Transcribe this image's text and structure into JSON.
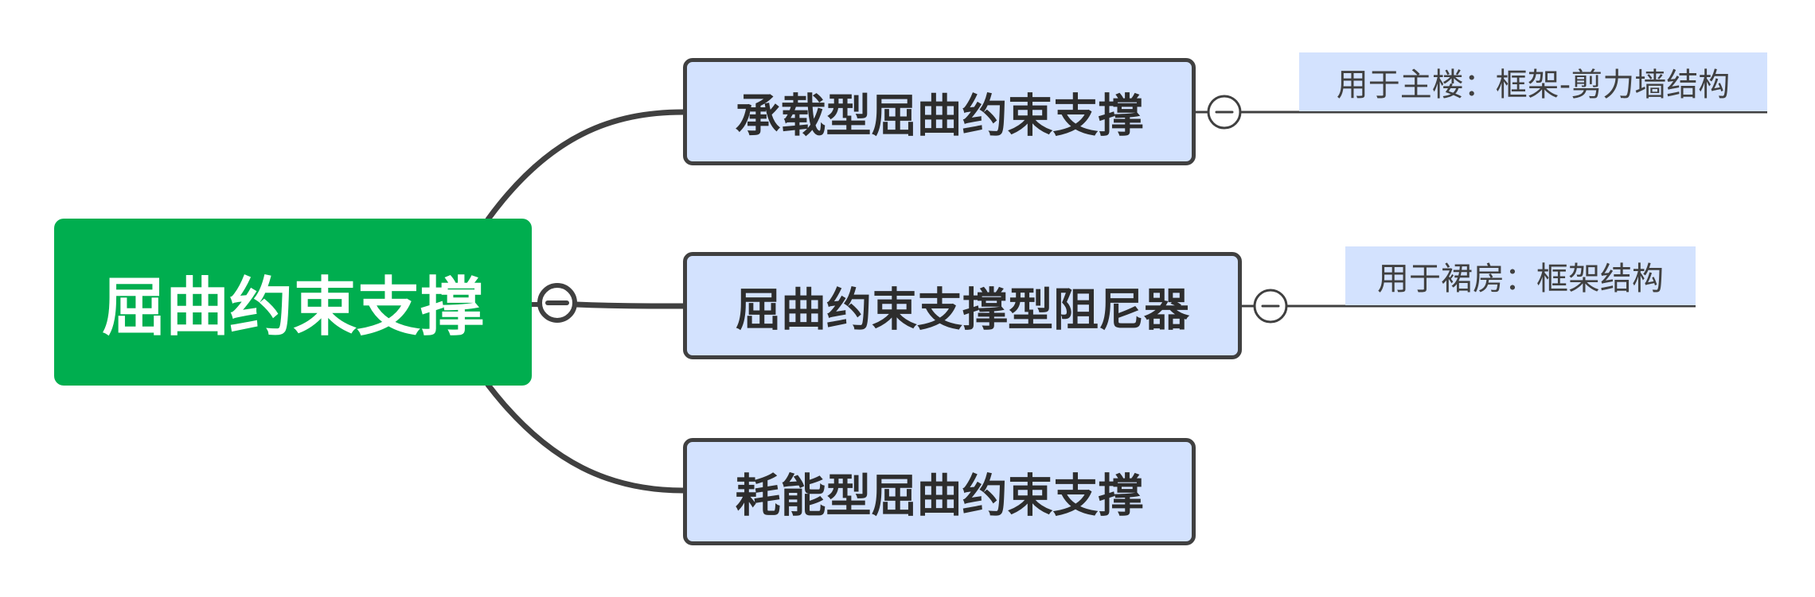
{
  "mindmap": {
    "root": {
      "label": "屈曲约束支撑"
    },
    "branches": [
      {
        "label": "承载型屈曲约束支撑",
        "note": "用于主楼：框架-剪力墙结构"
      },
      {
        "label": "屈曲约束支撑型阻尼器",
        "note": "用于裙房：框架结构"
      },
      {
        "label": "耗能型屈曲约束支撑"
      }
    ]
  },
  "colors": {
    "root_fill": "#00ae4f",
    "branch_fill": "#d3e2fe",
    "note_fill": "#d3e2fe",
    "connector": "#404040",
    "text_dark": "#2d2d2d"
  },
  "icons": {
    "collapse": "collapse-minus-icon"
  }
}
